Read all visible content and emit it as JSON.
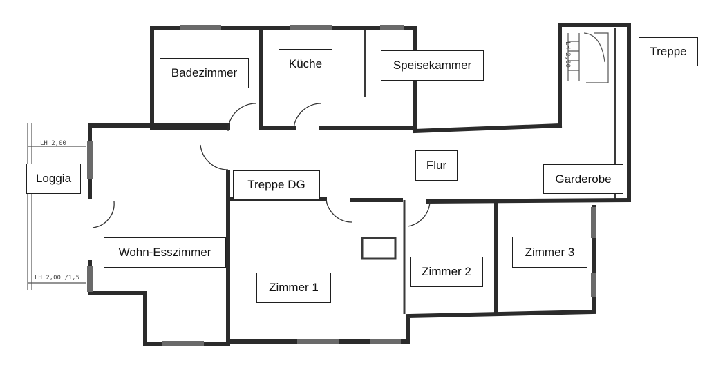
{
  "rooms": {
    "badezimmer": "Badezimmer",
    "kueche": "Küche",
    "speisekammer": "Speisekammer",
    "treppe": "Treppe",
    "loggia": "Loggia",
    "flur": "Flur",
    "treppe_dg": "Treppe DG",
    "garderobe": "Garderobe",
    "wohn_esszimmer": "Wohn-Esszimmer",
    "zimmer1": "Zimmer 1",
    "zimmer2": "Zimmer 2",
    "zimmer3": "Zimmer 3"
  },
  "annotations": {
    "loggia_height_top": "LH 2,00",
    "loggia_height_bottom": "LH 2,00 /1,5",
    "stair_height": "LH 2,00"
  },
  "colors": {
    "wall": "#2b2b2b",
    "window": "#6a6a6a",
    "label_border": "#1f1f1f"
  }
}
